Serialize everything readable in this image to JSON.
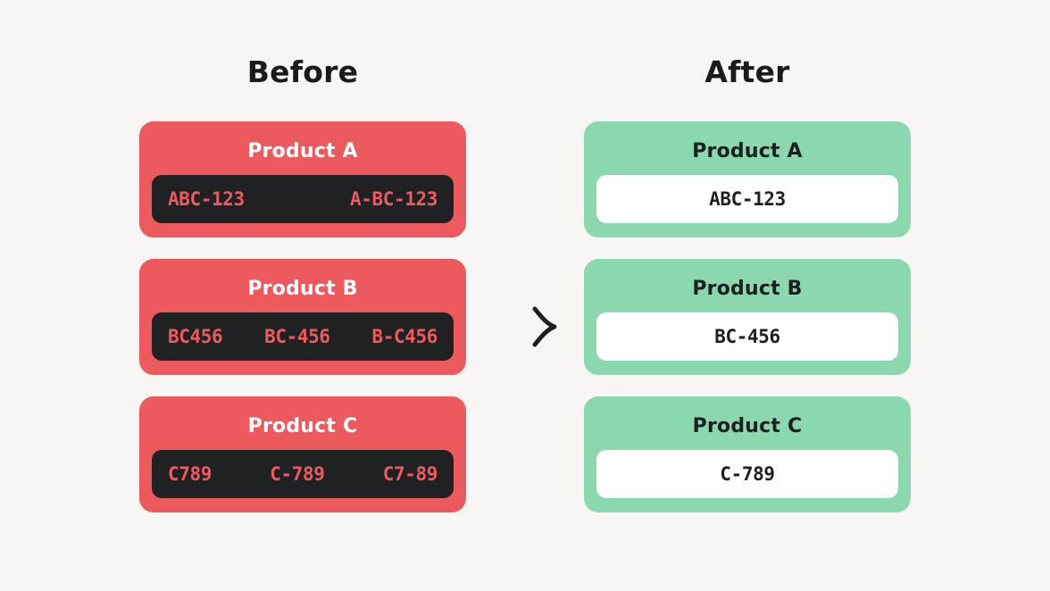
{
  "columns": {
    "before": {
      "title": "Before",
      "cards": [
        {
          "name": "Product A",
          "values": [
            "ABC-123",
            "A-BC-123"
          ]
        },
        {
          "name": "Product B",
          "values": [
            "BC456",
            "BC-456",
            "B-C456"
          ]
        },
        {
          "name": "Product C",
          "values": [
            "C789",
            "C-789",
            "C7-89"
          ]
        }
      ]
    },
    "after": {
      "title": "After",
      "cards": [
        {
          "name": "Product A",
          "values": [
            "ABC-123"
          ]
        },
        {
          "name": "Product B",
          "values": [
            "BC-456"
          ]
        },
        {
          "name": "Product C",
          "values": [
            "C-789"
          ]
        }
      ]
    }
  },
  "arrow": {
    "icon": "arrow-right-icon",
    "direction": "right"
  },
  "colors": {
    "background": "#f7f6f4",
    "bad_card": "#ec5a5e",
    "good_card": "#8bd8ae",
    "dark_strip": "#1f2123",
    "light_strip": "#ffffff",
    "bad_value_text": "#ef5a5e",
    "good_value_text": "#1d1f21",
    "bad_title_text": "#ffffff",
    "good_title_text": "#1d1f21",
    "heading_text": "#191b1d",
    "arrow": "#1d1f21"
  }
}
